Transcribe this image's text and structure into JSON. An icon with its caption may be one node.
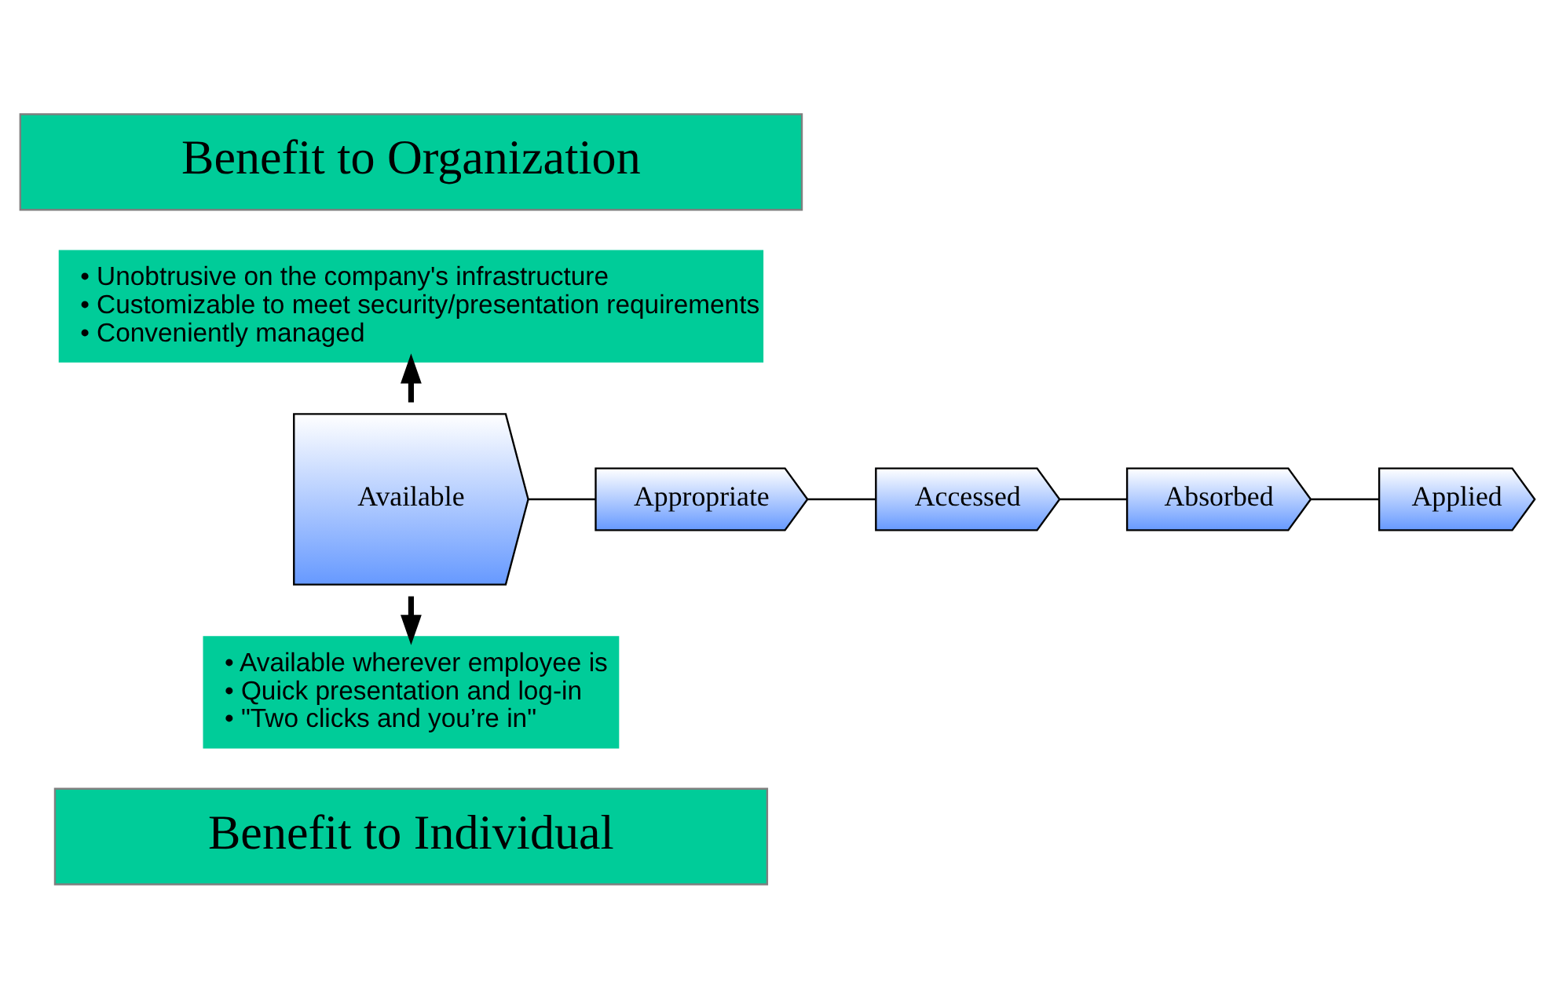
{
  "diagram": {
    "nodes": [
      {
        "text": [
          "Benefit to Organization"
        ]
      },
      {
        "text": [
          "• Unobtrusive on the company's infrastructure",
          "• Customizable to meet security/presentation requirements",
          "• Conveniently managed"
        ]
      },
      {
        "text": [
          "Available"
        ]
      },
      {
        "text": [
          "Appropriate"
        ]
      },
      {
        "text": [
          "Accessed"
        ]
      },
      {
        "text": [
          "Absorbed"
        ]
      },
      {
        "text": [
          "Applied"
        ]
      },
      {
        "text": [
          "• Available wherever employee is",
          "• Quick presentation and log-in",
          "• \"Two clicks and you’re in\""
        ]
      },
      {
        "text": [
          "Benefit to Individual"
        ]
      }
    ],
    "edges": [
      {
        "from": 2,
        "to": 1,
        "arrow": "to",
        "style": "thick"
      },
      {
        "from": 2,
        "to": 7,
        "arrow": "to",
        "style": "thick"
      },
      {
        "from": 2,
        "to": 3,
        "arrow": "none"
      },
      {
        "from": 3,
        "to": 4,
        "arrow": "none"
      },
      {
        "from": 4,
        "to": 5,
        "arrow": "none"
      },
      {
        "from": 5,
        "to": 6,
        "arrow": "none"
      }
    ]
  }
}
